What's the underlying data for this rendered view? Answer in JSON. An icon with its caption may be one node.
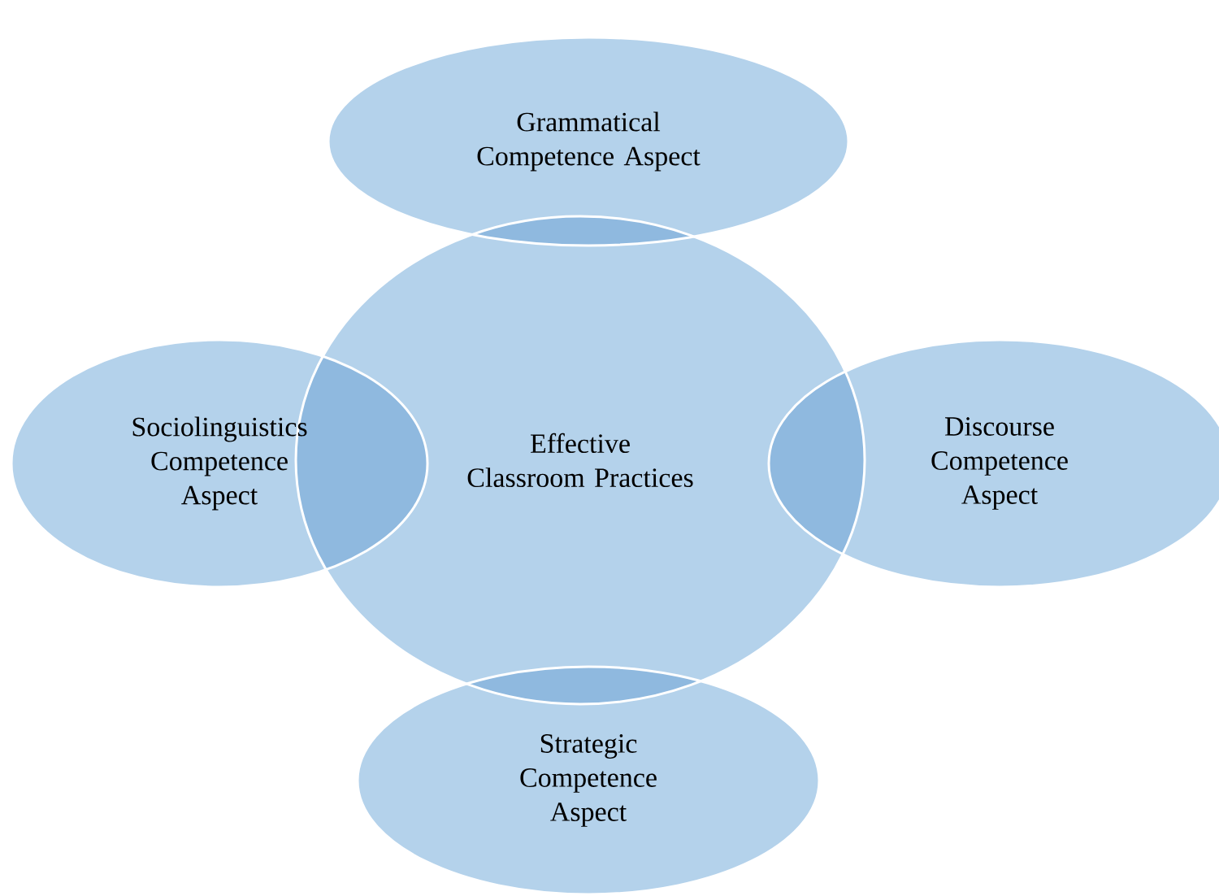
{
  "diagram": {
    "nodes": [
      {
        "text": [
          "Grammatical Competence Aspect"
        ]
      },
      {
        "text": [
          "Sociolinguistics Competence Aspect"
        ]
      },
      {
        "text": [
          "Effective Classroom Practices"
        ]
      },
      {
        "text": [
          "Discourse Competence Aspect"
        ]
      },
      {
        "text": [
          "Strategic Competence Aspect"
        ]
      }
    ]
  }
}
